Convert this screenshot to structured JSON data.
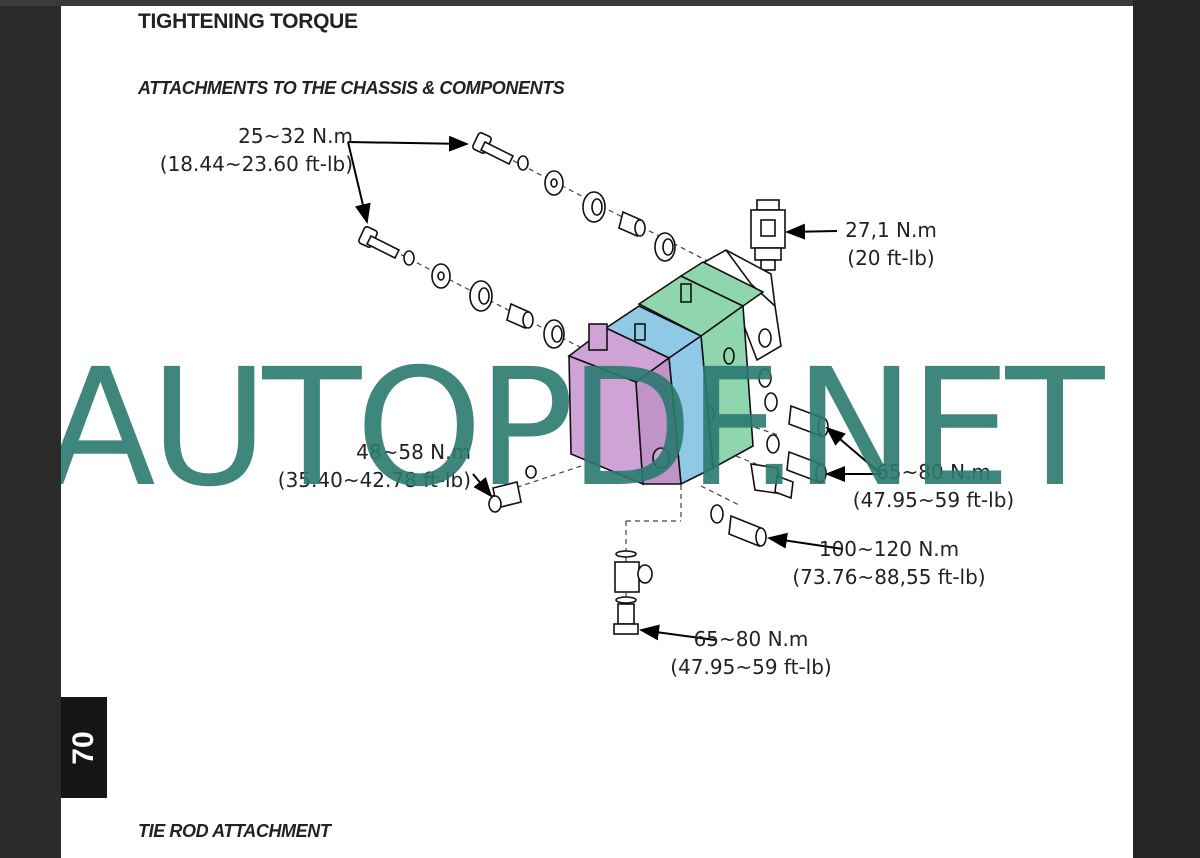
{
  "page": {
    "title": "TIGHTENING TORQUE",
    "section_heading": "ATTACHMENTS TO THE CHASSIS & COMPONENTS",
    "next_section_heading": "TIE ROD ATTACHMENT",
    "page_number": "70"
  },
  "callouts": [
    {
      "id": "bolts",
      "metric": "25~32 N.m",
      "imperial": "(18.44~23.60 ft-lb)"
    },
    {
      "id": "pressure-switch",
      "metric": "27,1 N.m",
      "imperial": "(20 ft-lb)"
    },
    {
      "id": "left-fitting",
      "metric": "48~58 N.m",
      "imperial": "(35.40~42.78 ft-lb)"
    },
    {
      "id": "right-fittings",
      "metric": "65~80 N.m",
      "imperial": "(47.95~59 ft-lb)"
    },
    {
      "id": "main-fitting",
      "metric": "100~120 N.m",
      "imperial": "(73.76~88,55 ft-lb)"
    },
    {
      "id": "bottom-valve",
      "metric": "65~80 N.m",
      "imperial": "(47.95~59 ft-lb)"
    }
  ],
  "watermark": "AUTOPDF.NET",
  "colors": {
    "section_purple": "#cfa3d6",
    "section_blue": "#8fc9e6",
    "section_green": "#8fd6ae",
    "watermark": "#2b7a6f",
    "tab_bg": "#151515"
  }
}
